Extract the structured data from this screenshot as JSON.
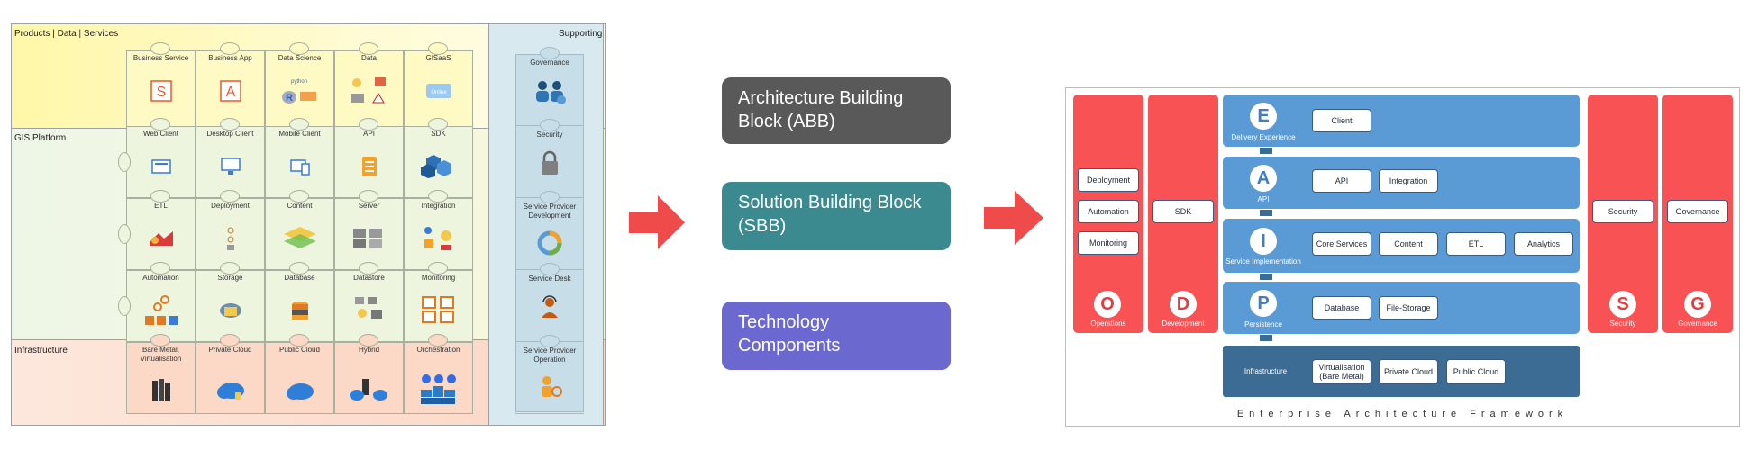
{
  "left_panel": {
    "bands": {
      "products": "Products | Data | Services",
      "gis": "GIS Platform",
      "infra": "Infrastructure"
    },
    "rows": [
      [
        "Business Service",
        "Business App",
        "Data Science",
        "Data",
        "GISaaS"
      ],
      [
        "Web Client",
        "Desktop Client",
        "Mobile Client",
        "API",
        "SDK"
      ],
      [
        "ETL",
        "Deployment",
        "Content",
        "Server",
        "Integration"
      ],
      [
        "Automation",
        "Storage",
        "Database",
        "Datastore",
        "Monitoring"
      ],
      [
        "Bare Metal, Virtualisation",
        "Private Cloud",
        "Public Cloud",
        "Hybrid",
        "Orchestration"
      ]
    ],
    "icon_text": {
      "service_letter": "S",
      "app_letter": "A",
      "r_letter": "R",
      "python_tag": "python",
      "online_tag": "Online"
    }
  },
  "supporting": {
    "title": "Supporting",
    "items": [
      "Governance",
      "Security",
      "Service Provider Development",
      "Service Desk",
      "Service Provider Operation"
    ]
  },
  "blocks": {
    "abb": "Architecture Building Block (ABB)",
    "sbb": "Solution Building Block (SBB)",
    "tech": "Technology Components",
    "colors": {
      "abb": "#595959",
      "sbb": "#3a8a8f",
      "tech": "#6b69cf"
    }
  },
  "framework": {
    "footer": "Enterprise Architecture Framework",
    "operations": {
      "letter": "O",
      "label": "Operations",
      "buttons": [
        "Deployment",
        "Automation",
        "Monitoring"
      ]
    },
    "development": {
      "letter": "D",
      "label": "Development",
      "buttons": [
        "SDK"
      ]
    },
    "security": {
      "letter": "S",
      "label": "Security",
      "buttons": [
        "Security"
      ]
    },
    "governance": {
      "letter": "G",
      "label": "Governance",
      "buttons": [
        "Governance"
      ]
    },
    "rows": [
      {
        "letter": "E",
        "label": "Delivery Experience",
        "buttons": [
          "Client"
        ]
      },
      {
        "letter": "A",
        "label": "API",
        "buttons": [
          "API",
          "Integration"
        ]
      },
      {
        "letter": "I",
        "label": "Service Implementation",
        "buttons": [
          "Core Services",
          "Content",
          "ETL",
          "Analytics"
        ]
      },
      {
        "letter": "P",
        "label": "Persistence",
        "buttons": [
          "Database",
          "File-Storage"
        ]
      }
    ],
    "infrastructure": {
      "label": "Infrastructure",
      "buttons": [
        "Virtualisation (Bare Metal)",
        "Private Cloud",
        "Public Cloud"
      ]
    },
    "colors": {
      "red": "#f85255",
      "blue": "#5b9bd5",
      "infra": "#3c6b94"
    }
  }
}
